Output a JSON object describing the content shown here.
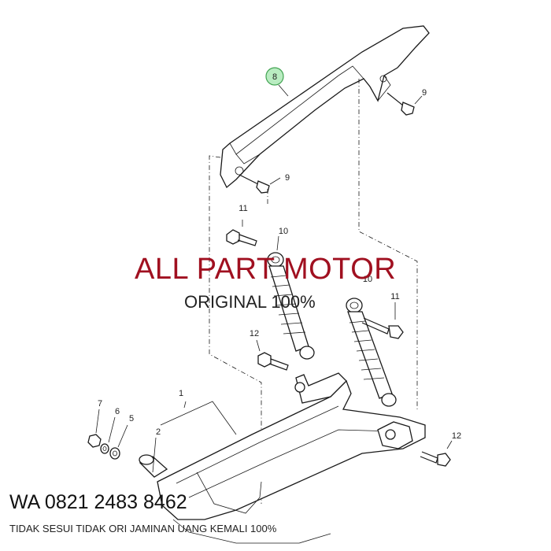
{
  "overlay": {
    "brand": "ALL PART MOTOR",
    "subtitle": "ORIGINAL 100%",
    "contact": "WA 0821 2483 8462",
    "disclaimer": "TIDAK SESUI TIDAK ORI JAMINAN UANG KEMALI 100%"
  },
  "colors": {
    "brand": "#a01020",
    "highlight_fill": "#b9ecc1",
    "highlight_stroke": "#43a453",
    "line": "#1a1a1a"
  },
  "parts": {
    "p1": "1",
    "p2": "2",
    "p5": "5",
    "p6": "6",
    "p7": "7",
    "p8": "8",
    "p9a": "9",
    "p9b": "9",
    "p10a": "10",
    "p10b": "10",
    "p11a": "11",
    "p11b": "11",
    "p12a": "12",
    "p12b": "12"
  }
}
